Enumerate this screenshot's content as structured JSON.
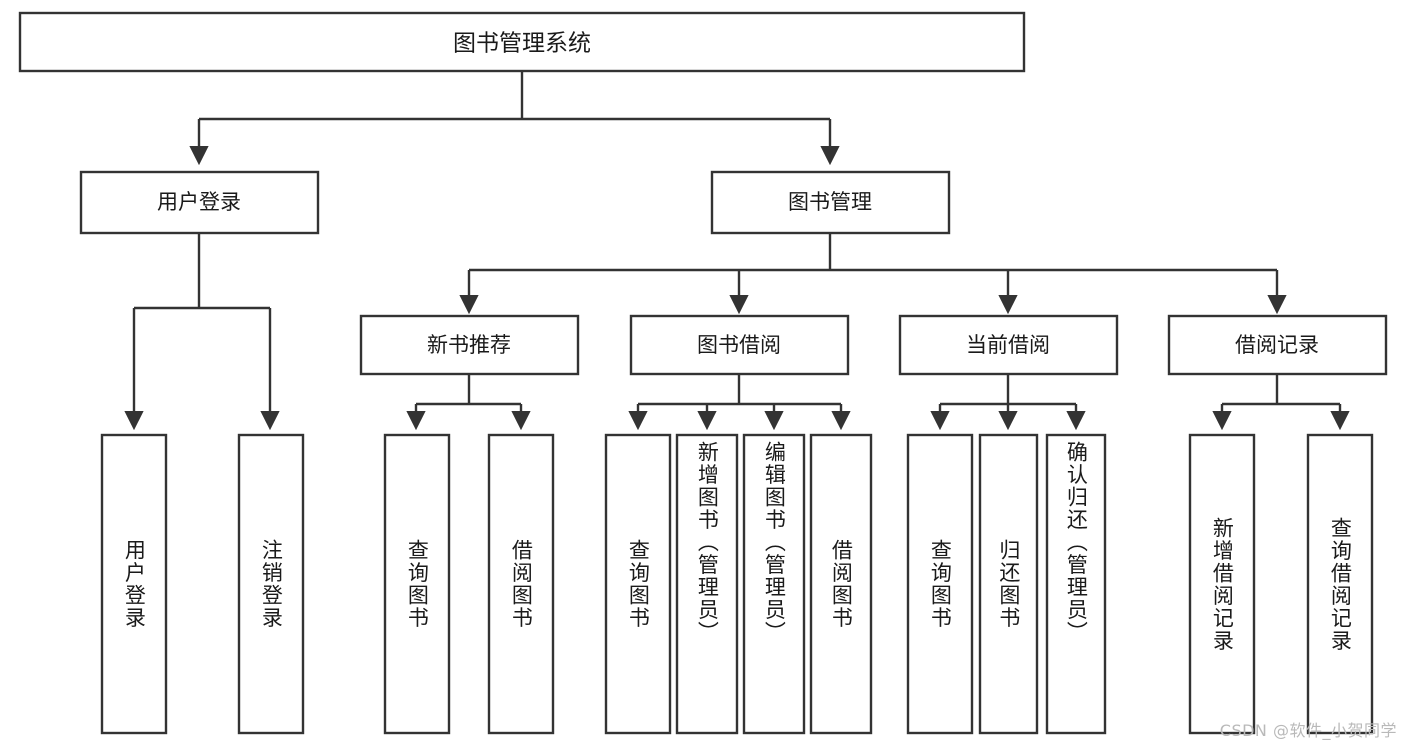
{
  "diagram": {
    "title": "图书管理系统",
    "type": "hierarchy-tree",
    "root": {
      "id": "root",
      "label": "图书管理系统"
    },
    "tier1": [
      {
        "id": "user-login",
        "label": "用户登录"
      },
      {
        "id": "book-management",
        "label": "图书管理"
      }
    ],
    "tier2": [
      {
        "id": "new-book-recommend",
        "label": "新书推荐",
        "parent": "book-management"
      },
      {
        "id": "book-borrow",
        "label": "图书借阅",
        "parent": "book-management"
      },
      {
        "id": "current-borrow",
        "label": "当前借阅",
        "parent": "book-management"
      },
      {
        "id": "borrow-record",
        "label": "借阅记录",
        "parent": "book-management"
      }
    ],
    "leaves": [
      {
        "id": "leaf-user-login",
        "label": "用户登录",
        "parent": "user-login"
      },
      {
        "id": "leaf-logout-login",
        "label": "注销登录",
        "parent": "user-login"
      },
      {
        "id": "leaf-query-book-1",
        "label": "查询图书",
        "parent": "new-book-recommend"
      },
      {
        "id": "leaf-borrow-book-1",
        "label": "借阅图书",
        "parent": "new-book-recommend"
      },
      {
        "id": "leaf-query-book-2",
        "label": "查询图书",
        "parent": "book-borrow"
      },
      {
        "id": "leaf-add-book",
        "label": "新增图书（管理员）",
        "parent": "book-borrow"
      },
      {
        "id": "leaf-edit-book",
        "label": "编辑图书（管理员）",
        "parent": "book-borrow"
      },
      {
        "id": "leaf-borrow-book-2",
        "label": "借阅图书",
        "parent": "book-borrow"
      },
      {
        "id": "leaf-query-book-3",
        "label": "查询图书",
        "parent": "current-borrow"
      },
      {
        "id": "leaf-return-book",
        "label": "归还图书",
        "parent": "current-borrow"
      },
      {
        "id": "leaf-confirm-return",
        "label": "确认归还（管理员）",
        "parent": "current-borrow"
      },
      {
        "id": "leaf-add-record",
        "label": "新增借阅记录",
        "parent": "borrow-record"
      },
      {
        "id": "leaf-query-record",
        "label": "查询借阅记录",
        "parent": "borrow-record"
      }
    ],
    "colors": {
      "stroke": "#333333",
      "fill": "#ffffff",
      "text": "#1a1a1a",
      "watermark": "#b9b9b9"
    }
  },
  "watermark": {
    "text": "CSDN @软件_小贺同学"
  }
}
